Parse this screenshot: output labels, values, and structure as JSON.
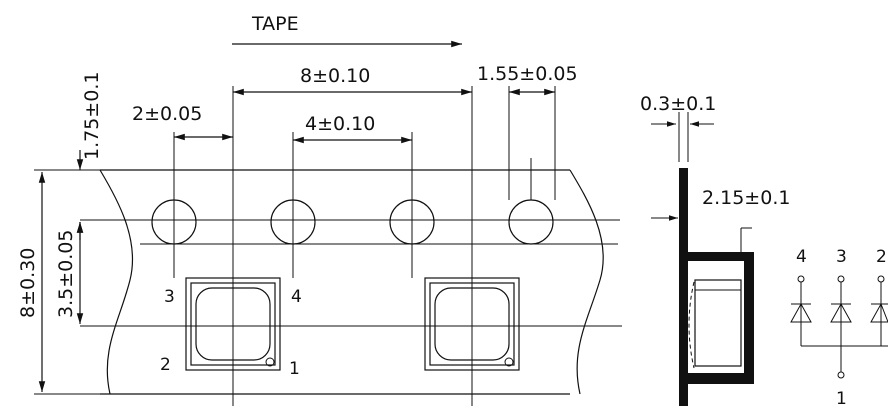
{
  "direction_label": "TAPE",
  "dimensions": {
    "pitch": "8±0.10",
    "hole_pitch": "4±0.10",
    "hole_to_pocket": "2±0.05",
    "hole_diameter": "1.55±0.05",
    "edge_offset": "1.75±0.1",
    "center_offset": "3.5±0.05",
    "tape_width": "8±0.30",
    "tape_thickness": "0.3±0.1",
    "pocket_depth": "2.15±0.1"
  },
  "pocket_pins": {
    "top_left": "3",
    "top_right": "4",
    "bottom_left": "2",
    "bottom_right": "1"
  },
  "schematic_pins": {
    "p4": "4",
    "p3": "3",
    "p2": "2",
    "common": "1"
  }
}
